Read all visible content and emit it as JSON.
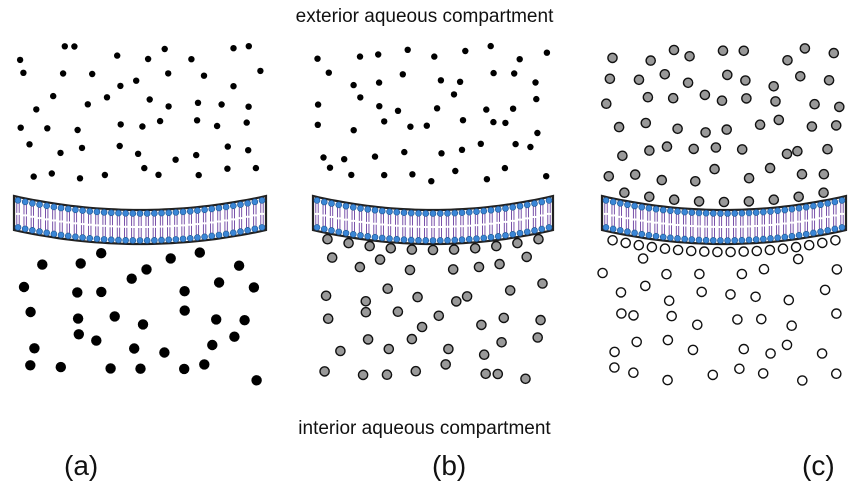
{
  "labels": {
    "exterior": "exterior aqueous compartment",
    "interior": "interior aqueous compartment"
  },
  "panels": [
    {
      "tag": "(a)",
      "exterior_particles": "small-black",
      "interior_particles": "large-black"
    },
    {
      "tag": "(b)",
      "exterior_particles": "small-black",
      "interior_particles": "gray-outlined"
    },
    {
      "tag": "(c)",
      "exterior_particles": "gray-outlined",
      "interior_particles": "white-outlined"
    }
  ],
  "colors": {
    "lipid_head": "#3a86d6",
    "lipid_tail": "#6a3fa0",
    "membrane_outline": "#222222",
    "particle_black": "#000000",
    "particle_gray": "#999999",
    "particle_white": "#ffffff"
  }
}
